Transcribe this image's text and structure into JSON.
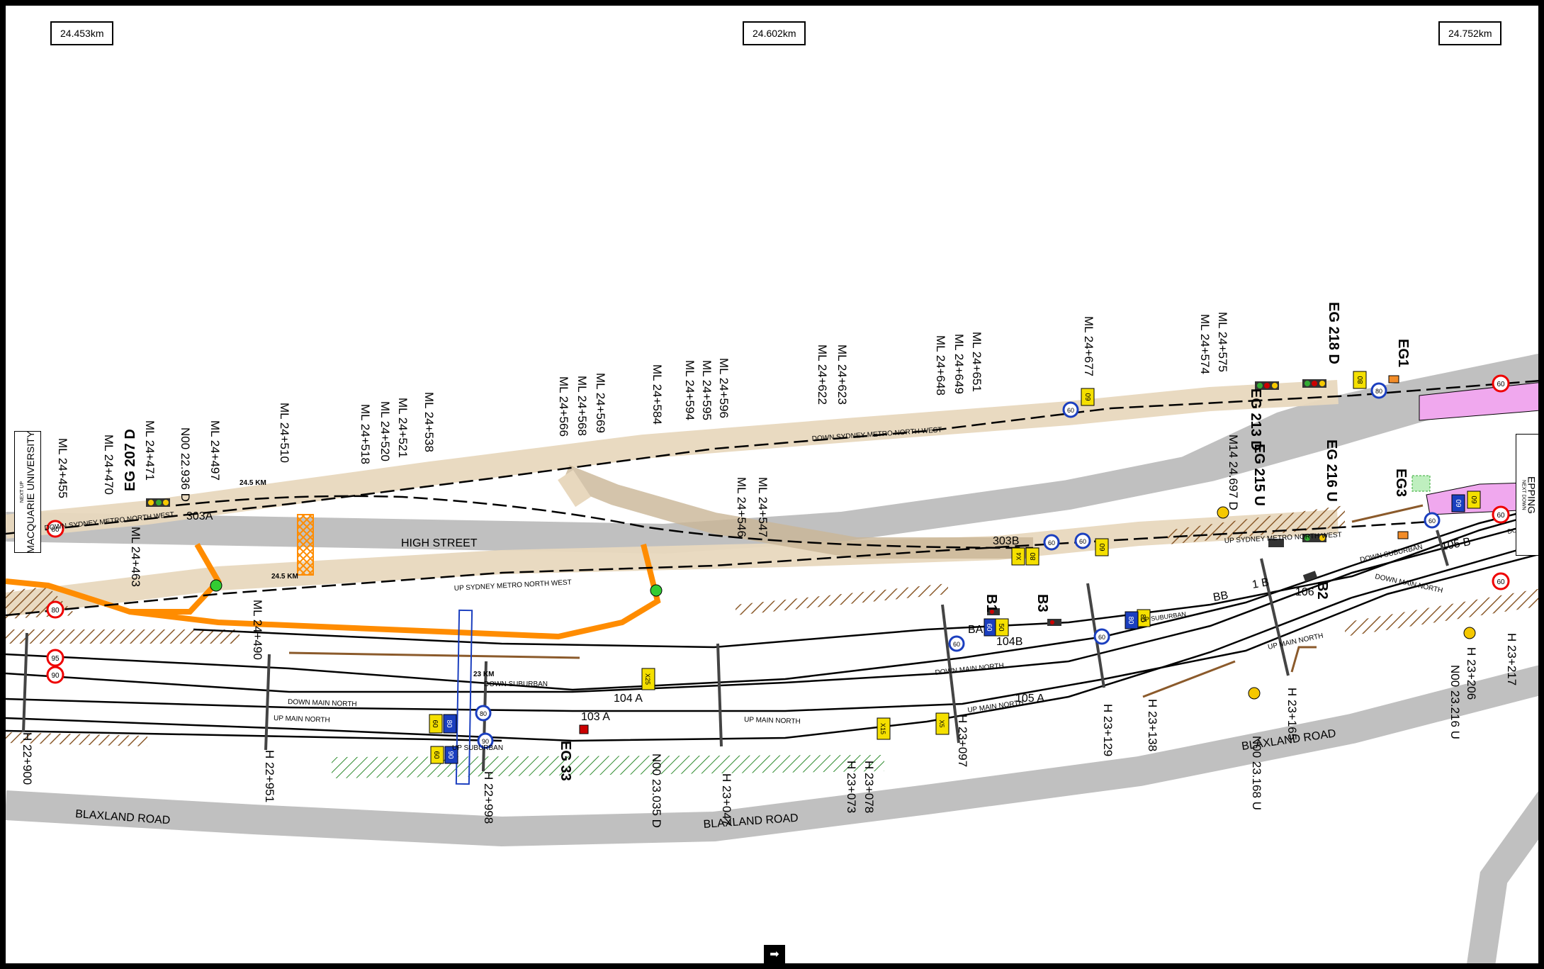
{
  "km_markers": [
    "24.453km",
    "24.602km",
    "24.752km"
  ],
  "ends": {
    "left_small": "NEXT UP",
    "left": "MACQUARIE UNIVERSITY",
    "right_small": "NEXT DOWN",
    "right": "EPPING"
  },
  "roads": {
    "high_street": "HIGH STREET",
    "blaxland_1": "BLAXLAND ROAD",
    "blaxland_2": "BLAXLAND ROAD",
    "blaxland_3": "BLAXLAND ROAD"
  },
  "tracks": {
    "down_metro_1": "DOWN SYDNEY METRO NORTH WEST",
    "down_metro_2": "DOWN SYDNEY METRO NORTH WEST",
    "up_metro_1": "UP SYDNEY METRO NORTH WEST",
    "up_metro_2": "UP SYDNEY METRO NORTH WEST",
    "down_suburban_1": "DOWN SUBURBAN",
    "down_main_1": "DOWN MAIN NORTH",
    "up_main_1": "UP MAIN NORTH",
    "up_suburban_1": "UP SUBURBAN",
    "up_main_2": "UP MAIN NORTH",
    "down_main_2": "DOWN MAIN NORTH",
    "up_main_3": "UP MAIN NORTH",
    "down_suburban_2": "DOWN SUBURBAN",
    "down_main_3": "DOWN MAIN NORTH",
    "up_main_4": "UP MAIN NORTH",
    "up_suburban_2": "UP SUBURBAN",
    "down_suburban_3": "DOWN SUBURBAN"
  },
  "signals": {
    "eg207": "EG 207 D",
    "eg213": "EG 213 D",
    "eg218": "EG 218 D",
    "eg1": "EG1",
    "eg215": "EG 215 U",
    "eg216": "EG 216 U",
    "eg3": "EG3",
    "eg33": "EG 33",
    "b1": "B1",
    "b3": "B3",
    "b2": "B2"
  },
  "points": {
    "p303a": "303A",
    "p303b": "303B",
    "p104a": "104 A",
    "p103a": "103 A",
    "p105a": "105 A",
    "p104b": "104B",
    "p105b": "105 B",
    "p106": "106",
    "p1b": "1 B",
    "pbb": "BB",
    "pba": "BA"
  },
  "km_posts": {
    "k245a": "24.5 KM",
    "k245b": "24.5 KM",
    "k23": "23 KM"
  },
  "ml_labels": [
    "ML 24+455",
    "ML 24+471",
    "ML 24+470",
    "N00 22.936 D",
    "ML 24+497",
    "ML 24+510",
    "ML 24+518",
    "ML 24+520",
    "ML 24+521",
    "ML 24+538",
    "ML 24+566",
    "ML 24+568",
    "ML 24+569",
    "ML 24+584",
    "ML 24+594",
    "ML 24+595",
    "ML 24+596",
    "ML 24+622",
    "ML 24+623",
    "ML 24+648",
    "ML 24+649",
    "ML 24+651",
    "ML 24+677",
    "ML 24+574",
    "ML 24+575",
    "ML 24+463",
    "ML 24+490",
    "ML 24+546",
    "ML 24+547",
    "M14 24.697 D"
  ],
  "h_labels": [
    "H 22+900",
    "H 22+951",
    "H 22+998",
    "N00 23.035 D",
    "H 23+047",
    "H 23+073",
    "H 23+078",
    "H 23+097",
    "H 23+129",
    "H 23+138",
    "H 23+165",
    "N00 23.168 U",
    "H 23+206",
    "N00 23.216 U",
    "H 23+217"
  ],
  "speed_boards": {
    "s80a": "80",
    "s95": "95",
    "s90": "90",
    "s80b": "80",
    "s90b": "90",
    "s60a": "60",
    "s80c": "80",
    "s60b": "60",
    "s60c": "60",
    "s60d": "60",
    "s60e": "60",
    "s60f": "60",
    "s60g": "60",
    "s80d": "80",
    "s60h": "60",
    "s60i": "60"
  },
  "yellow_boards": {
    "y60a": "60",
    "y80a": "80",
    "y60b": "60",
    "y80b": "80",
    "y60c": "60",
    "y80c": "80",
    "y25": "X25",
    "y15": "X15",
    "yx5": "X5",
    "yx4": "X4",
    "y50": "50",
    "y60d": "60",
    "y80d": "80",
    "y60e": "60",
    "y80e": "80"
  },
  "blue_boards": {
    "bl80a": "80",
    "bl90a": "90",
    "bl60a": "60",
    "bl80b": "80",
    "bl60b": "60"
  },
  "nav_arrow": "➡"
}
